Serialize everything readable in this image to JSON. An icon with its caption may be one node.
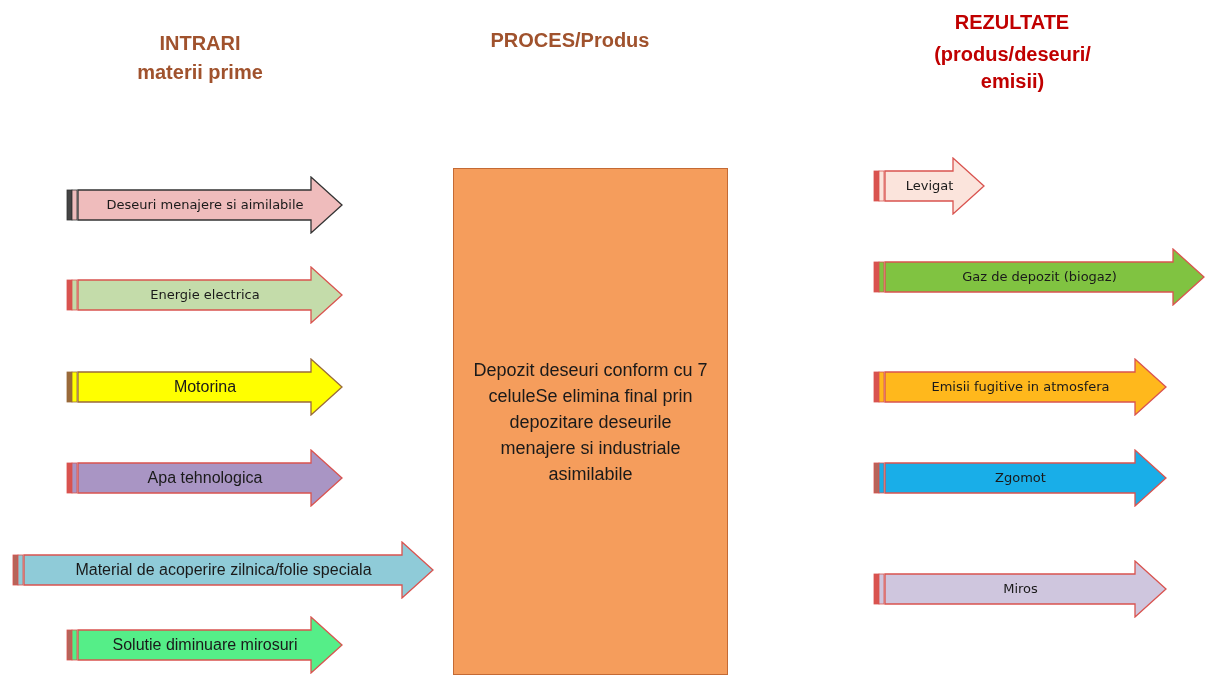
{
  "diagram": {
    "nodes": [
      {
        "text": [
          "Deseuri menajere si aimilabile"
        ]
      },
      {
        "text": [
          "Energie electrica"
        ]
      },
      {
        "text": [
          "Motorina"
        ]
      },
      {
        "text": [
          "Apa tehnologica"
        ]
      },
      {
        "text": [
          "Material de acoperire zilnica/folie speciala"
        ]
      },
      {
        "text": [
          "Solutie diminuare mirosuri"
        ]
      },
      {
        "text": [
          "Depozit deseuri conform cu 7 celuleSe elimina final prin depozitare deseurile menajere si industriale asimilabile"
        ]
      },
      {
        "text": [
          "Levigat"
        ]
      },
      {
        "text": [
          "Gaz de depozit (biogaz)"
        ]
      },
      {
        "text": [
          "Emisii fugitive in atmosfera"
        ]
      },
      {
        "text": [
          "Zgomot"
        ]
      },
      {
        "text": [
          "Miros"
        ]
      }
    ],
    "labels": [
      "INTRARI",
      "materii prime",
      "PROCES/Produs",
      "REZULTATE",
      "(produs/deseuri/ emisii)"
    ]
  }
}
